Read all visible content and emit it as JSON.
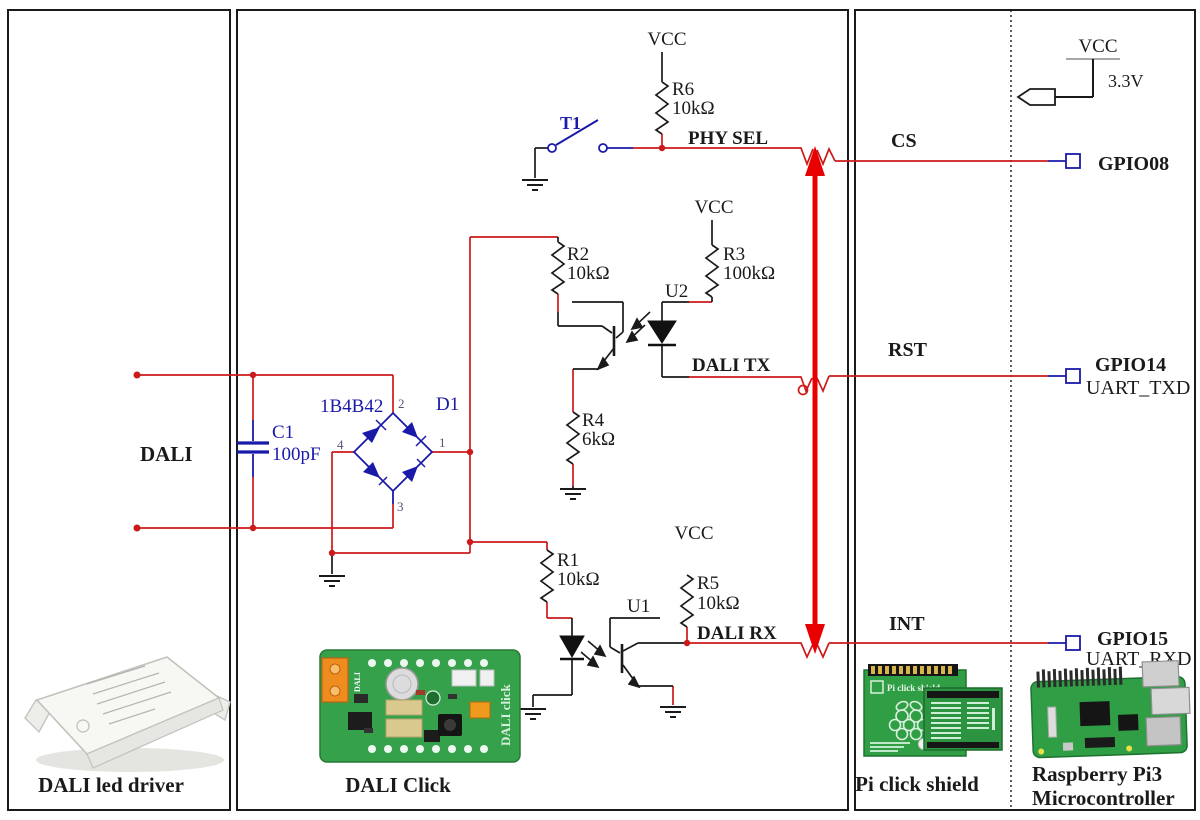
{
  "captions": {
    "driver": "DALI led driver",
    "click": "DALI Click",
    "shield": "Pi click shield",
    "pi_line1": "Raspberry Pi3",
    "pi_line2": "Microcontroller"
  },
  "boards": {
    "click_text": "DALI click",
    "click_small_text": "DALI",
    "shield_text": "Pi click shield"
  },
  "labels": {
    "dali": "DALI",
    "phy_sel": "PHY SEL",
    "dali_tx": "DALI TX",
    "dali_rx": "DALI RX",
    "cs": "CS",
    "rst": "RST",
    "int": "INT",
    "gpio08": "GPIO08",
    "gpio14": "GPIO14",
    "uart_txd": "UART_TXD",
    "gpio15": "GPIO15",
    "uart_rxd": "UART_RXD",
    "v33": "3.3V"
  },
  "power": {
    "vcc": "VCC"
  },
  "components": {
    "t1": {
      "ref": "T1"
    },
    "u1": {
      "ref": "U1"
    },
    "u2": {
      "ref": "U2"
    },
    "c1": {
      "ref": "C1",
      "value": "100pF"
    },
    "d1": {
      "ref": "D1",
      "part": "1B4B42",
      "pin1": "1",
      "pin2": "2",
      "pin3": "3",
      "pin4": "4"
    },
    "r1": {
      "ref": "R1",
      "value": "10kΩ"
    },
    "r2": {
      "ref": "R2",
      "value": "10kΩ"
    },
    "r3": {
      "ref": "R3",
      "value": "100kΩ"
    },
    "r4": {
      "ref": "R4",
      "value": "6kΩ"
    },
    "r5": {
      "ref": "R5",
      "value": "10kΩ"
    },
    "r6": {
      "ref": "R6",
      "value": "10kΩ"
    }
  },
  "colors": {
    "wire_red": "#cc1a1a",
    "bus_red": "#e80000",
    "component_blue": "#1a1aa8",
    "board_green": "#2f9e44"
  }
}
